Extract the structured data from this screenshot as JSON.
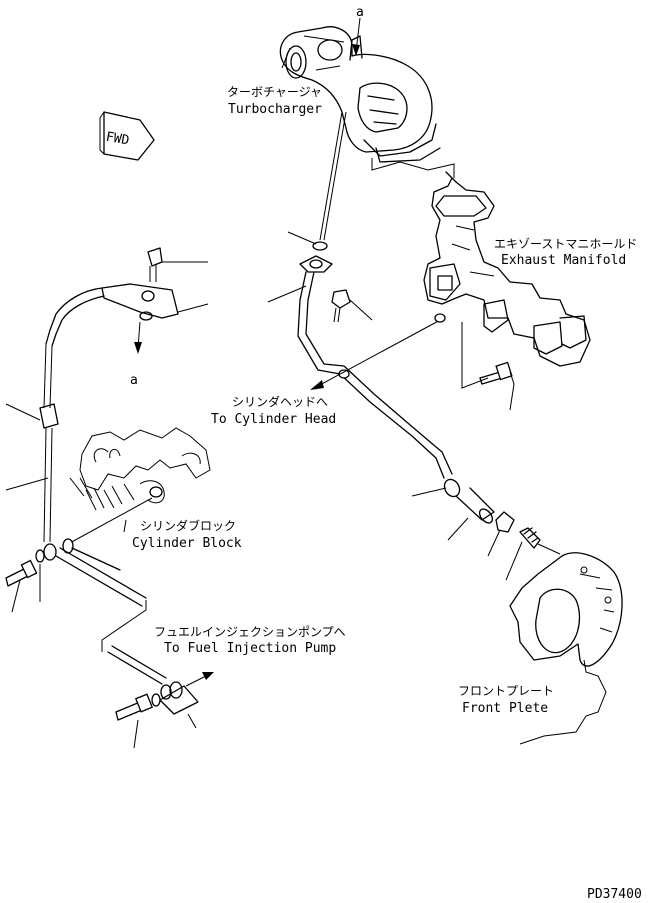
{
  "labels": {
    "ref_a_top": "a",
    "ref_a_left": "a",
    "fwd": "FWD",
    "turbocharger_jp": "ターボチャージャ",
    "turbocharger_en": "Turbocharger",
    "exhaust_manifold_jp": "エキゾーストマニホールド",
    "exhaust_manifold_en": "Exhaust Manifold",
    "cylinder_head_jp": "シリンダヘッドへ",
    "cylinder_head_en": "To Cylinder Head",
    "cylinder_block_jp": "シリンダブロック",
    "cylinder_block_en": "Cylinder Block",
    "fuel_pump_jp": "フュエルインジェクションポンプへ",
    "fuel_pump_en": "To Fuel Injection Pump",
    "front_plate_jp": "フロントプレート",
    "front_plate_en": "Front Plete",
    "drawing_number": "PD37400"
  }
}
